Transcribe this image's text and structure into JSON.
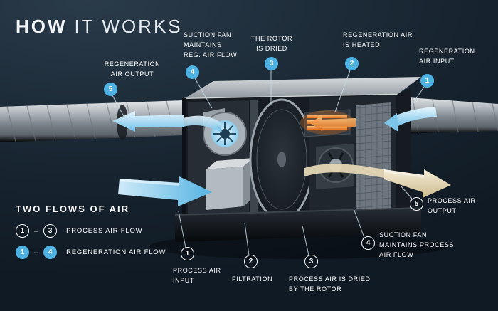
{
  "title": {
    "emphasis": "HOW",
    "rest": "IT WORKS"
  },
  "colors": {
    "background": "#1c2a37",
    "accent_blue": "#4db1e2",
    "circle_white": "#ffffff",
    "heater_orange": "#e2782a",
    "flow_beige": "#e8dcba",
    "duct_silver": "#a7aeb4"
  },
  "regeneration_callouts": [
    {
      "num": "1",
      "label": "REGENERATION\nAIR INPUT"
    },
    {
      "num": "2",
      "label": "REGENERATION AIR\nIS HEATED"
    },
    {
      "num": "3",
      "label": "THE ROTOR\nIS DRIED"
    },
    {
      "num": "4",
      "label": "SUCTION FAN\nMAINTAINS\nREG. AIR FLOW"
    },
    {
      "num": "5",
      "label": "REGENERATION\nAIR OUTPUT"
    }
  ],
  "process_callouts": [
    {
      "num": "1",
      "label": "PROCESS AIR\nINPUT"
    },
    {
      "num": "2",
      "label": "FILTRATION"
    },
    {
      "num": "3",
      "label": "PROCESS AIR IS DRIED\nBY THE ROTOR"
    },
    {
      "num": "4",
      "label": "SUCTION FAN\nMAINTAINS PROCESS\nAIR FLOW"
    },
    {
      "num": "5",
      "label": "PROCESS AIR\nOUTPUT"
    }
  ],
  "legend": {
    "heading": "TWO FLOWS OF AIR",
    "rows": [
      {
        "start": "1",
        "dash": "–",
        "end": "3",
        "label": "PROCESS AIR FLOW"
      },
      {
        "start": "1",
        "dash": "–",
        "end": "4",
        "label": "REGENERATION AIR FLOW"
      }
    ]
  }
}
